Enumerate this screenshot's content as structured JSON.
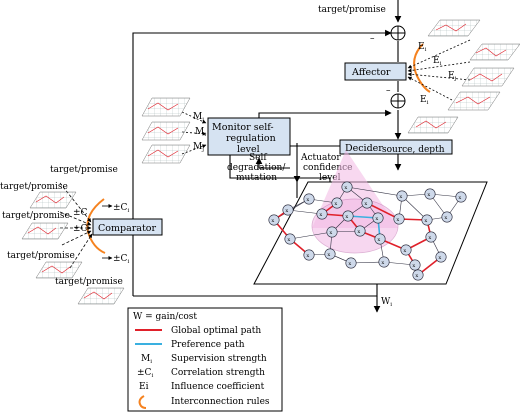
{
  "diagram": {
    "target_top": "target/promise",
    "target_left": [
      "target/promise",
      "target/promise",
      "target/promise",
      "target/promise",
      "target/promise"
    ],
    "minus_signs": [
      "–",
      "–"
    ],
    "affector": "Affector",
    "monitor": [
      "Monitor self-",
      "regulation",
      "level"
    ],
    "decider": "Decider",
    "decider_suffix": "source, depth",
    "comparator": "Comparator",
    "self_degradation": [
      "Self",
      "degradation/",
      "mutation"
    ],
    "actuator": [
      "Actuator",
      "confidence",
      "level"
    ],
    "monitor_inputs": [
      "M",
      "M",
      "M"
    ],
    "monitor_input_subs": [
      "i",
      "i",
      "j"
    ],
    "comparator_inputs": [
      "±C",
      "±C",
      "±C",
      "±C"
    ],
    "comparator_input_subs": [
      "i",
      "",
      "",
      "i"
    ],
    "affector_inputs": [
      "E",
      "E",
      "E",
      "E"
    ],
    "affector_input_subs": [
      "i",
      "i",
      "j",
      "i"
    ],
    "output_label": "W",
    "output_sub": "i",
    "graph_nodes": [
      "x",
      "x",
      "x",
      "x",
      "x",
      "x",
      "x",
      "x",
      "x",
      "x",
      "x",
      "x",
      "x",
      "x",
      "x",
      "x",
      "x",
      "x",
      "x",
      "x",
      "x",
      "x",
      "x",
      "x",
      "x",
      "x",
      "x",
      "x"
    ]
  },
  "legend": {
    "title": "W = gain/cost",
    "items": [
      {
        "symbol": "line-red",
        "label": "Global optimal path"
      },
      {
        "symbol": "line-blue",
        "label": "Preference path"
      },
      {
        "symbol": "text",
        "symbol_text": "M",
        "symbol_sub": "i",
        "label": "Supervision strength"
      },
      {
        "symbol": "text",
        "symbol_text": "±C",
        "symbol_sub": "i",
        "label": "Correlation strength"
      },
      {
        "symbol": "text",
        "symbol_text": "Ei",
        "symbol_sub": "",
        "label": "Influence coefficient"
      },
      {
        "symbol": "arc",
        "label": "Interconnection rules"
      }
    ]
  },
  "colors": {
    "box_fill": "#d6e3f2",
    "red_path": "#e0202a",
    "blue_path": "#3ab0e0",
    "cone": "#f2b8e4",
    "arc": "#f5821f",
    "node_fill": "#ced9ea"
  }
}
